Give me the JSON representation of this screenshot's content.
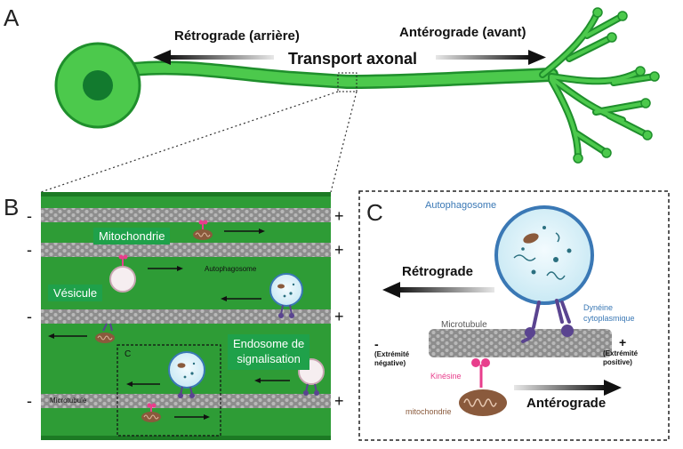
{
  "panel_a": {
    "letter": "A",
    "retrograde_label": "Rétrograde (arrière)",
    "anterograde_label": "Antérograde (avant)",
    "title": "Transport axonal"
  },
  "panel_b": {
    "letter": "B",
    "minus": "-",
    "plus": "+",
    "mitochondria_label": "Mitochondrie",
    "vesicle_label": "Vésicule",
    "autophagosome_label": "Autophagosome",
    "endosome_label_line1": "Endosome de",
    "endosome_label_line2": "signalisation",
    "inset_letter": "C",
    "microtubule_label": "Microtubule"
  },
  "panel_c": {
    "letter": "C",
    "autophagosome_label": "Autophagosome",
    "retrograde_label": "Rétrograde",
    "dynein_line1": "Dynéine",
    "dynein_line2": "cytoplasmique",
    "microtubule_label": "Microtubule",
    "minus": "-",
    "minus_end_line1": "(Extrémité",
    "minus_end_line2": "négative)",
    "plus": "+",
    "plus_end_line1": "(Extrémité",
    "plus_end_line2": "positive)",
    "kinesin_label": "Kinésine",
    "mitochondria_label": "mitochondrie",
    "anterograde_label": "Antérograde"
  },
  "colors": {
    "neuron": "#4cc94c",
    "neuron_outline": "#1f8f2c",
    "nucleus": "#127a2e",
    "panel_b_bg": "#2e9c36",
    "label_box": "#1fa14a",
    "kinesin": "#e83e8c",
    "dynein": "#5a4490",
    "mitochondria": "#8a5a3c",
    "autophagosome": "#3a78b5"
  }
}
